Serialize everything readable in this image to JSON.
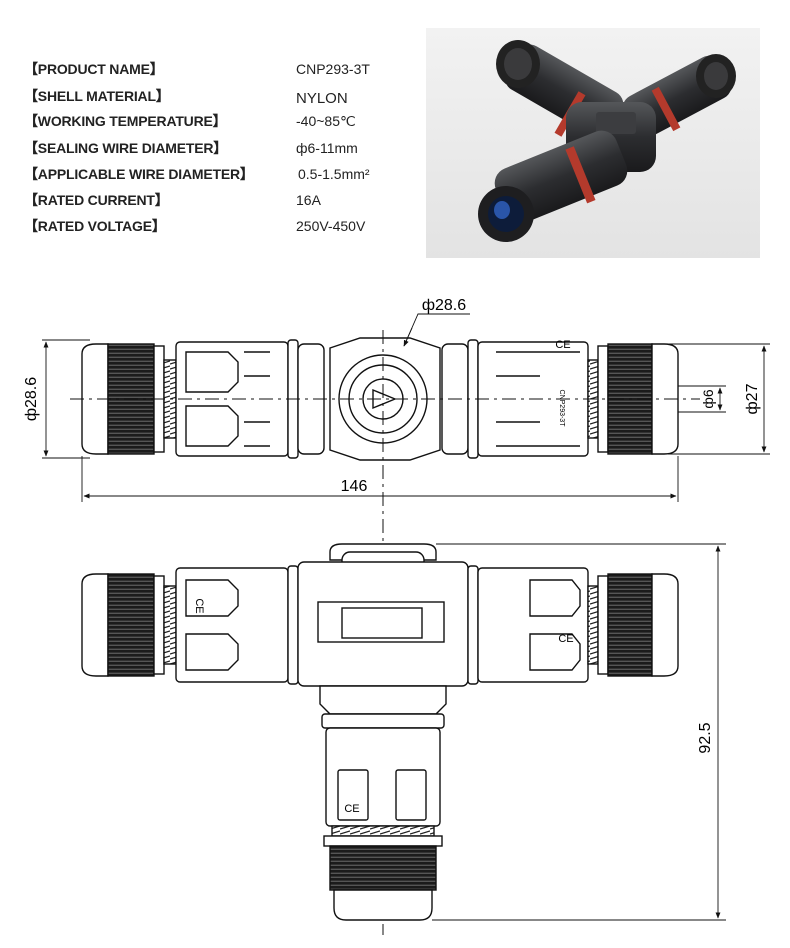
{
  "specs": [
    {
      "label": "【PRODUCT NAME】",
      "value": "CNP293-3T"
    },
    {
      "label": "【SHELL MATERIAL】",
      "value": "NYLON"
    },
    {
      "label": "【WORKING TEMPERATURE】",
      "value": "-40~85℃"
    },
    {
      "label": "【SEALING WIRE DIAMETER】",
      "value": "ф6-11mm"
    },
    {
      "label": "【APPLICABLE WIRE DIAMETER】",
      "value": "0.5-1.5mm²"
    },
    {
      "label": "【RATED CURRENT】",
      "value": "16A"
    },
    {
      "label": "【RATED VOLTAGE】",
      "value": "250V-450V"
    }
  ],
  "dimensions": {
    "center_diameter": "ф28.6",
    "left_diameter": "ф28.6",
    "cable_diameter": "ф6",
    "gland_diameter": "ф27",
    "overall_length": "146",
    "overall_height": "92.5"
  },
  "marks": {
    "ce": "CE",
    "model_code": "CNP293-3T"
  },
  "colors": {
    "body": "#2b2b2d",
    "seal_ring": "#c0392b",
    "line": "#111111"
  }
}
